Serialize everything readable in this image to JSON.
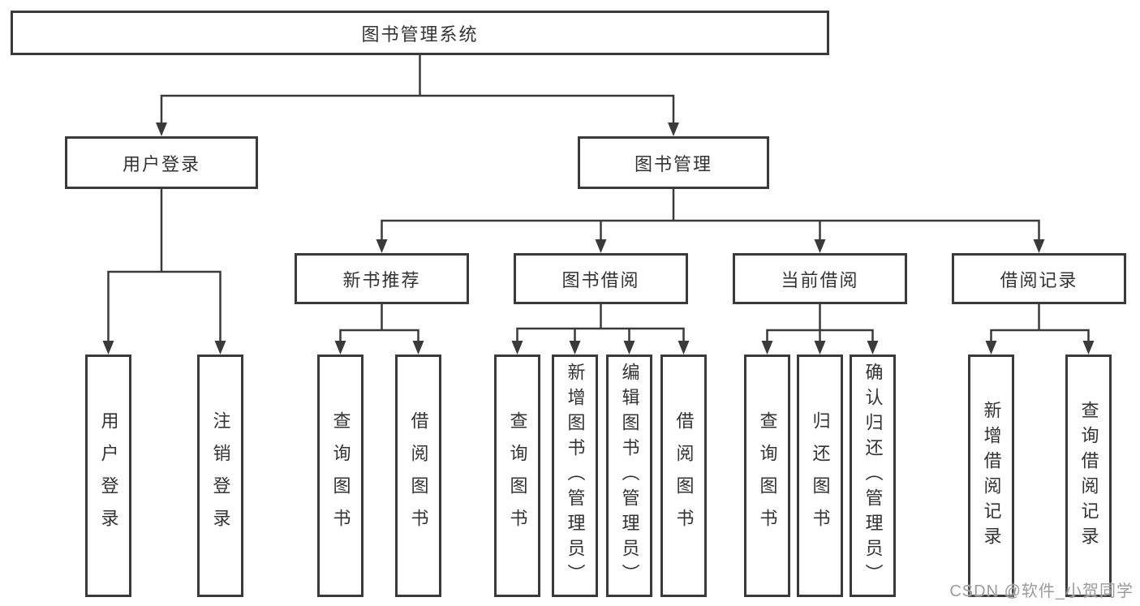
{
  "colors": {
    "line": "#3a3a3a",
    "box_border": "#3a3a3a",
    "text": "#333333",
    "background": "#ffffff",
    "watermark_text": "#9b9b9b"
  },
  "watermark": {
    "text": "CSDN @软件_小贺同学"
  },
  "diagram": {
    "root": {
      "label": "图书管理系统"
    },
    "branches": [
      {
        "label": "用户登录",
        "children": [
          {
            "label": "用户登录"
          },
          {
            "label": "注销登录"
          }
        ]
      },
      {
        "label": "图书管理",
        "children": [
          {
            "label": "新书推荐",
            "children": [
              {
                "label": "查询图书"
              },
              {
                "label": "借阅图书"
              }
            ]
          },
          {
            "label": "图书借阅",
            "children": [
              {
                "label": "查询图书"
              },
              {
                "label": "新增图书（管理员）"
              },
              {
                "label": "编辑图书（管理员）"
              },
              {
                "label": "借阅图书"
              }
            ]
          },
          {
            "label": "当前借阅",
            "children": [
              {
                "label": "查询图书"
              },
              {
                "label": "归还图书"
              },
              {
                "label": "确认归还（管理员）"
              }
            ]
          },
          {
            "label": "借阅记录",
            "children": [
              {
                "label": "新增借阅记录"
              },
              {
                "label": "查询借阅记录"
              }
            ]
          }
        ]
      }
    ]
  }
}
